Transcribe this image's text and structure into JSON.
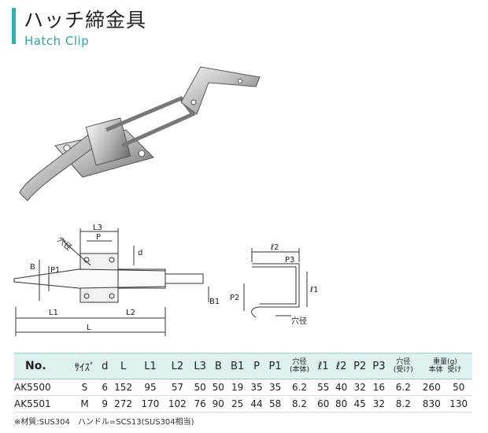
{
  "header": {
    "title_jp": "ハッチ締金具",
    "title_en": "Hatch Clip"
  },
  "drawing": {
    "labels": {
      "L3": "L3",
      "P": "P",
      "hole": "穴径",
      "d": "d",
      "B": "B",
      "P1": "P1",
      "B1": "B1",
      "L1": "L1",
      "L2": "L2",
      "L": "L"
    }
  },
  "side": {
    "labels": {
      "l2": "ℓ2",
      "P3": "P3",
      "P2": "P2",
      "l1": "ℓ1",
      "hole": "穴径"
    }
  },
  "table": {
    "headers": [
      "No.",
      "ｻｲｽﾞ",
      "d",
      "L",
      "L1",
      "L2",
      "L3",
      "B",
      "B1",
      "P",
      "P1",
      "穴径",
      "ℓ1",
      "ℓ2",
      "P2",
      "P3",
      "穴径",
      "重量(g)"
    ],
    "hole_sub1": "(本体)",
    "hole_sub2": "(受け)",
    "weight_sub": [
      "本体",
      "受け"
    ],
    "rows": [
      [
        "AK5500",
        "S",
        "6",
        "152",
        "95",
        "57",
        "50",
        "50",
        "19",
        "35",
        "35",
        "6.2",
        "55",
        "40",
        "32",
        "16",
        "6.2",
        "260",
        "50"
      ],
      [
        "AK5501",
        "M",
        "9",
        "272",
        "170",
        "102",
        "76",
        "90",
        "25",
        "44",
        "58",
        "8.2",
        "60",
        "80",
        "45",
        "32",
        "8.2",
        "830",
        "130"
      ]
    ]
  },
  "note": "※材質:SUS304　ハンドル=SCS13(SUS304相当)",
  "colors": {
    "accent": "#2bb3b3",
    "header_bg": "#dff0f0"
  }
}
